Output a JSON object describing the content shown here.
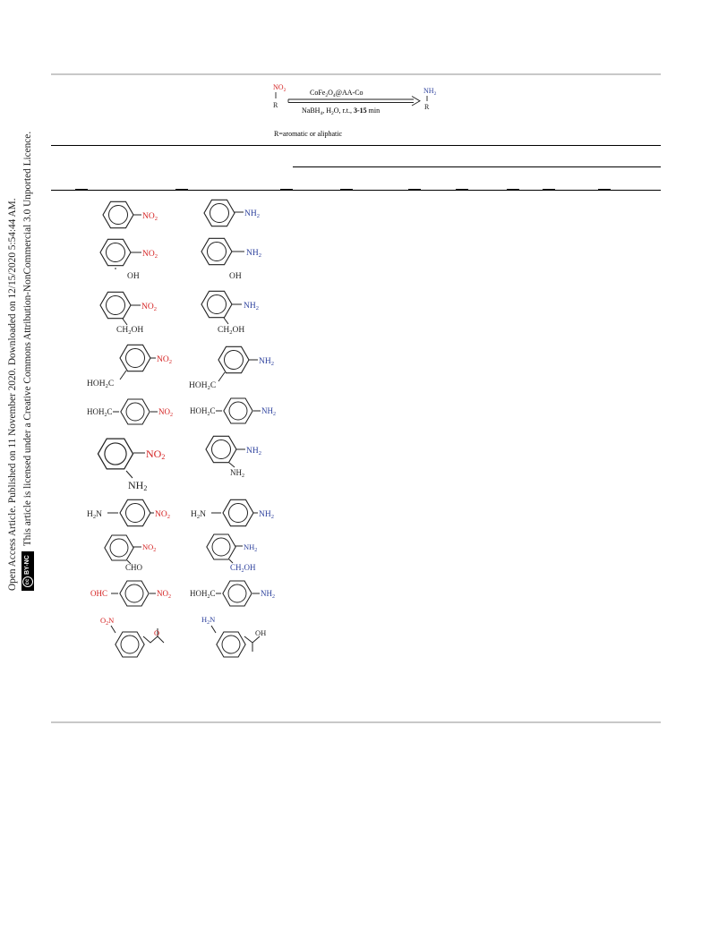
{
  "scheme": {
    "reactant_group": "NO2",
    "product_group": "NH2",
    "r_label": "R",
    "catalyst": "CoFe2O4@AA-Co",
    "conditions_prefix": "NaBH4, H2O, r.t., ",
    "conditions_time": "3-15 min",
    "r_definition": "R=aromatic or aliphatic"
  },
  "sidebar": {
    "line1": "Open Access Article. Published on 11 November 2020. Downloaded on 12/15/2020 5:54:44 AM.",
    "line2": "This article is licensed under a Creative Commons Attribution-NonCommercial 3.0 Unported Licence.",
    "badge": "BY-NC",
    "badge_circle": "cc"
  },
  "rows": [
    {
      "substrate": "nitrobenzene",
      "product": "aniline",
      "sub_labels": [
        "NO2"
      ],
      "prod_labels": [
        "NH2"
      ]
    },
    {
      "substrate": "2-nitrophenol",
      "product": "2-aminophenol",
      "sub_labels": [
        "NO2",
        "OH"
      ],
      "prod_labels": [
        "NH2",
        "OH"
      ]
    },
    {
      "substrate": "2-nitrobenzyl alcohol",
      "product": "2-aminobenzyl alcohol",
      "sub_labels": [
        "NO2",
        "CH2OH"
      ],
      "prod_labels": [
        "NH2",
        "CH2OH"
      ]
    },
    {
      "substrate": "3-nitrobenzyl alcohol",
      "product": "3-aminobenzyl alcohol",
      "sub_labels": [
        "NO2",
        "HOH2C"
      ],
      "prod_labels": [
        "NH2",
        "HOH2C"
      ]
    },
    {
      "substrate": "4-nitrobenzyl alcohol",
      "product": "4-aminobenzyl alcohol",
      "sub_labels": [
        "HOH2C",
        "NO2"
      ],
      "prod_labels": [
        "HOH2C",
        "NH2"
      ]
    },
    {
      "substrate": "2-nitroaniline",
      "product": "1,2-phenylenediamine",
      "sub_labels": [
        "NO2",
        "NH2"
      ],
      "prod_labels": [
        "NH2",
        "NH2"
      ]
    },
    {
      "substrate": "4-nitroaniline",
      "product": "1,4-phenylenediamine",
      "sub_labels": [
        "H2N",
        "NO2"
      ],
      "prod_labels": [
        "H2N",
        "NH2"
      ]
    },
    {
      "substrate": "2-nitrobenzaldehyde",
      "product": "2-aminobenzyl alcohol",
      "sub_labels": [
        "NO2",
        "CHO"
      ],
      "prod_labels": [
        "NH2",
        "CH2OH"
      ]
    },
    {
      "substrate": "4-nitrobenzaldehyde",
      "product": "4-aminobenzyl alcohol",
      "sub_labels": [
        "OHC",
        "NO2"
      ],
      "prod_labels": [
        "HOH2C",
        "NH2"
      ]
    },
    {
      "substrate": "3-nitroacetophenone",
      "product": "1-(3-aminophenyl)ethanol",
      "sub_labels": [
        "O2N",
        "O"
      ],
      "prod_labels": [
        "H2N",
        "OH"
      ]
    }
  ],
  "colors": {
    "nitro": "#d42020",
    "amine": "#2b3f9c",
    "rule_gray": "#c8c8c8"
  }
}
